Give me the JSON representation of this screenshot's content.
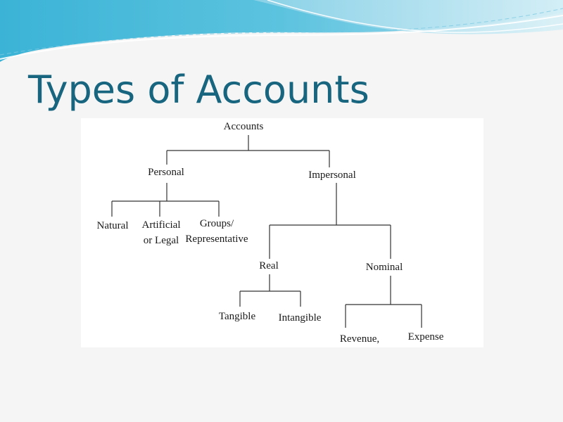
{
  "slide": {
    "title": "Types of Accounts"
  },
  "diagram": {
    "root": "Accounts",
    "personal": "Personal",
    "impersonal": "Impersonal",
    "natural": "Natural",
    "artificial_line1": "Artificial",
    "artificial_line2": "or Legal",
    "groups_line1": "Groups/",
    "groups_line2": "Representative",
    "real": "Real",
    "nominal": "Nominal",
    "tangible": "Tangible",
    "intangible": "Intangible",
    "revenue": "Revenue,",
    "expense": "Expense"
  },
  "colors": {
    "title": "#17657f",
    "wave_dark": "#2aa6c9",
    "wave_light": "#a9dcec",
    "lines": "#333333"
  }
}
